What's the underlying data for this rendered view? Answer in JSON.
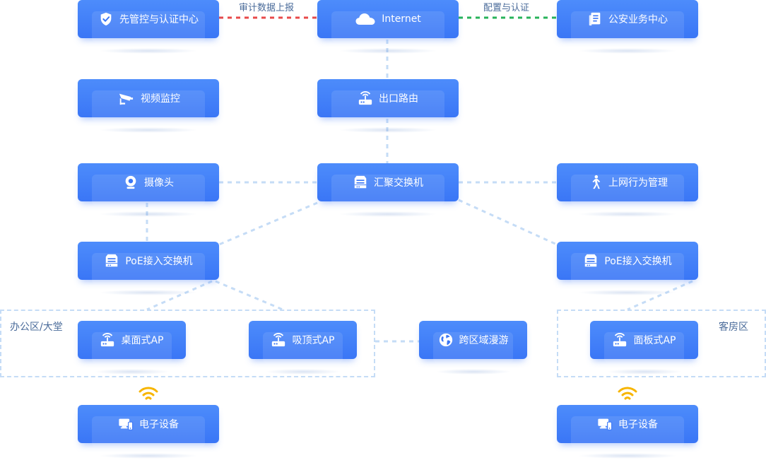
{
  "nodes": {
    "auth_center": {
      "label": "先管控与认证中心",
      "icon": "shield-check-icon"
    },
    "internet": {
      "label": "Internet",
      "icon": "cloud-icon"
    },
    "security_center": {
      "label": "公安业务中心",
      "icon": "document-icon"
    },
    "video_monitor": {
      "label": "视频监控",
      "icon": "cctv-camera-icon"
    },
    "exit_router": {
      "label": "出口路由",
      "icon": "router-icon"
    },
    "camera": {
      "label": "摄像头",
      "icon": "webcam-icon"
    },
    "core_switch": {
      "label": "汇聚交换机",
      "icon": "switch-icon"
    },
    "behavior_mgmt": {
      "label": "上网行为管理",
      "icon": "walking-person-icon"
    },
    "poe_switch_left": {
      "label": "PoE接入交换机",
      "icon": "switch-icon"
    },
    "poe_switch_right": {
      "label": "PoE接入交换机",
      "icon": "switch-icon"
    },
    "desktop_ap": {
      "label": "桌面式AP",
      "icon": "access-point-icon"
    },
    "ceiling_ap": {
      "label": "吸顶式AP",
      "icon": "access-point-icon"
    },
    "roaming": {
      "label": "跨区域漫游",
      "icon": "globe-icon"
    },
    "panel_ap": {
      "label": "面板式AP",
      "icon": "access-point-icon"
    },
    "device_left": {
      "label": "电子设备",
      "icon": "devices-icon"
    },
    "device_right": {
      "label": "电子设备",
      "icon": "devices-icon"
    }
  },
  "link_labels": {
    "audit_report": "审计数据上报",
    "config_auth": "配置与认证"
  },
  "zones": {
    "office_lobby": "办公区/大堂",
    "guest_room": "客房区"
  },
  "colors": {
    "node_blue": "#3a76f6",
    "link_light_blue": "#c5dcf6",
    "link_red": "#e84a4a",
    "link_green": "#27b35a",
    "wifi_yellow": "#f7b500",
    "label_text": "#4a6b9a"
  }
}
